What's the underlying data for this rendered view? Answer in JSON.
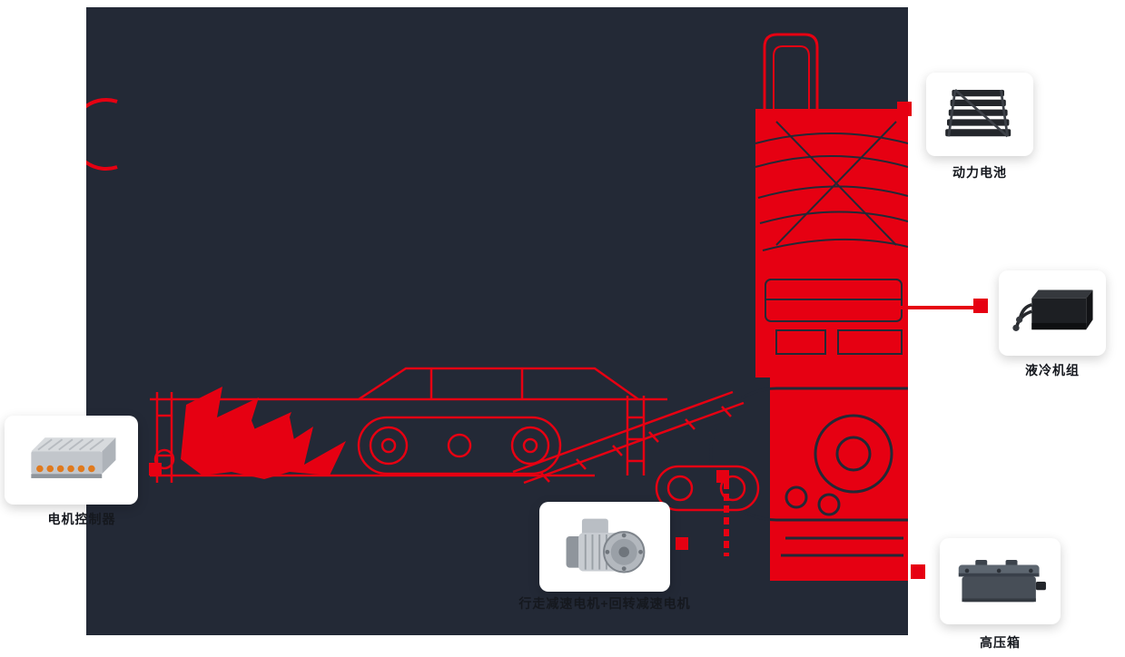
{
  "colors": {
    "panel_background": "#232936",
    "accent_red": "#e60012",
    "card_background": "#ffffff",
    "label_text": "#15181e"
  },
  "callouts": {
    "power_battery": {
      "label": "动力电池"
    },
    "liquid_cooling": {
      "label": "液冷机组"
    },
    "high_voltage_box": {
      "label": "高压箱"
    },
    "reduction_motors": {
      "label": "行走减速电机+回转减速电机"
    },
    "motor_controller": {
      "label": "电机控制器"
    }
  }
}
